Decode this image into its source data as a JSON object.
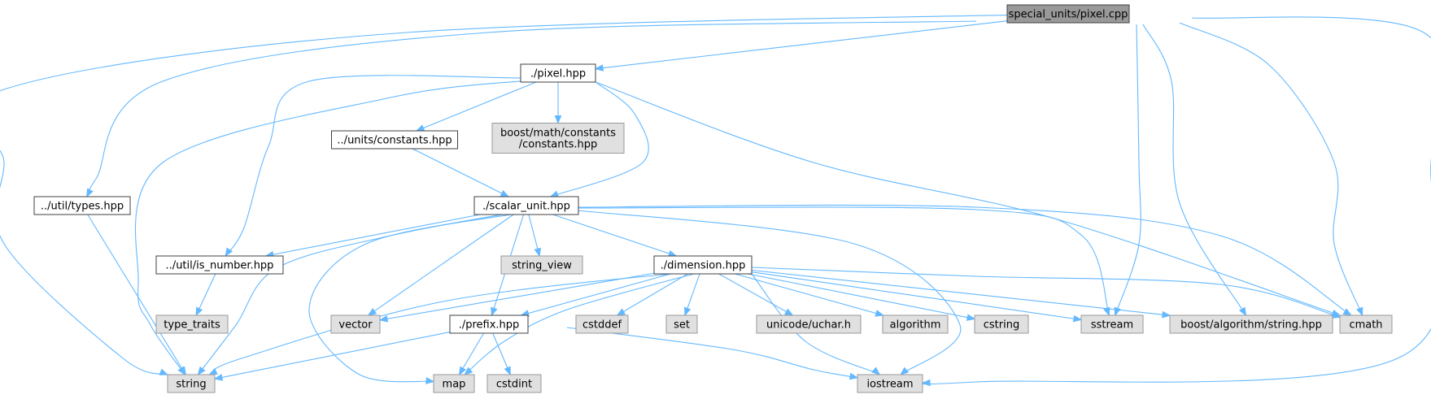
{
  "colors": {
    "edge": "#63b8ff",
    "root_fill": "#999999",
    "file_fill": "#ffffff",
    "external_fill": "#e0e0e0",
    "external_border": "#999999",
    "file_border": "#404040"
  },
  "nodes": {
    "root": {
      "lines": [
        "special_units/pixel.cpp"
      ],
      "kind": "root"
    },
    "pixel_hpp": {
      "lines": [
        "./pixel.hpp"
      ],
      "kind": "file"
    },
    "types_hpp": {
      "lines": [
        "../util/types.hpp"
      ],
      "kind": "file"
    },
    "constants_hpp": {
      "lines": [
        "../units/constants.hpp"
      ],
      "kind": "file"
    },
    "boost_constants": {
      "lines": [
        "boost/math/constants",
        "/constants.hpp"
      ],
      "kind": "external"
    },
    "scalar_unit_hpp": {
      "lines": [
        "./scalar_unit.hpp"
      ],
      "kind": "file"
    },
    "is_number_hpp": {
      "lines": [
        "../util/is_number.hpp"
      ],
      "kind": "file"
    },
    "string_view": {
      "lines": [
        "string_view"
      ],
      "kind": "external"
    },
    "dimension_hpp": {
      "lines": [
        "./dimension.hpp"
      ],
      "kind": "file"
    },
    "type_traits": {
      "lines": [
        "type_traits"
      ],
      "kind": "external"
    },
    "vector": {
      "lines": [
        "vector"
      ],
      "kind": "external"
    },
    "prefix_hpp": {
      "lines": [
        "./prefix.hpp"
      ],
      "kind": "file"
    },
    "cstddef": {
      "lines": [
        "cstddef"
      ],
      "kind": "external"
    },
    "set": {
      "lines": [
        "set"
      ],
      "kind": "external"
    },
    "uchar_h": {
      "lines": [
        "unicode/uchar.h"
      ],
      "kind": "external"
    },
    "algorithm": {
      "lines": [
        "algorithm"
      ],
      "kind": "external"
    },
    "cstring": {
      "lines": [
        "cstring"
      ],
      "kind": "external"
    },
    "sstream": {
      "lines": [
        "sstream"
      ],
      "kind": "external"
    },
    "boost_string": {
      "lines": [
        "boost/algorithm/string.hpp"
      ],
      "kind": "external"
    },
    "cmath": {
      "lines": [
        "cmath"
      ],
      "kind": "external"
    },
    "string": {
      "lines": [
        "string"
      ],
      "kind": "external"
    },
    "map": {
      "lines": [
        "map"
      ],
      "kind": "external"
    },
    "cstdint": {
      "lines": [
        "cstdint"
      ],
      "kind": "external"
    },
    "iostream": {
      "lines": [
        "iostream"
      ],
      "kind": "external"
    }
  },
  "edges": [
    [
      "root",
      "pixel_hpp"
    ],
    [
      "root",
      "types_hpp"
    ],
    [
      "root",
      "string"
    ],
    [
      "root",
      "sstream"
    ],
    [
      "root",
      "boost_string"
    ],
    [
      "root",
      "cmath"
    ],
    [
      "root",
      "iostream"
    ],
    [
      "pixel_hpp",
      "constants_hpp"
    ],
    [
      "pixel_hpp",
      "boost_constants"
    ],
    [
      "pixel_hpp",
      "scalar_unit_hpp"
    ],
    [
      "pixel_hpp",
      "is_number_hpp"
    ],
    [
      "pixel_hpp",
      "string"
    ],
    [
      "pixel_hpp",
      "cmath"
    ],
    [
      "types_hpp",
      "string"
    ],
    [
      "constants_hpp",
      "scalar_unit_hpp"
    ],
    [
      "scalar_unit_hpp",
      "is_number_hpp"
    ],
    [
      "scalar_unit_hpp",
      "string_view"
    ],
    [
      "scalar_unit_hpp",
      "dimension_hpp"
    ],
    [
      "scalar_unit_hpp",
      "vector"
    ],
    [
      "scalar_unit_hpp",
      "prefix_hpp"
    ],
    [
      "scalar_unit_hpp",
      "string"
    ],
    [
      "scalar_unit_hpp",
      "map"
    ],
    [
      "scalar_unit_hpp",
      "iostream"
    ],
    [
      "scalar_unit_hpp",
      "sstream"
    ],
    [
      "scalar_unit_hpp",
      "cmath"
    ],
    [
      "is_number_hpp",
      "type_traits"
    ],
    [
      "dimension_hpp",
      "vector"
    ],
    [
      "dimension_hpp",
      "prefix_hpp"
    ],
    [
      "dimension_hpp",
      "cstddef"
    ],
    [
      "dimension_hpp",
      "set"
    ],
    [
      "dimension_hpp",
      "uchar_h"
    ],
    [
      "dimension_hpp",
      "algorithm"
    ],
    [
      "dimension_hpp",
      "cstring"
    ],
    [
      "dimension_hpp",
      "sstream"
    ],
    [
      "dimension_hpp",
      "boost_string"
    ],
    [
      "dimension_hpp",
      "cmath"
    ],
    [
      "dimension_hpp",
      "string"
    ],
    [
      "dimension_hpp",
      "map"
    ],
    [
      "dimension_hpp",
      "iostream"
    ],
    [
      "prefix_hpp",
      "string"
    ],
    [
      "prefix_hpp",
      "map"
    ],
    [
      "prefix_hpp",
      "cstdint"
    ],
    [
      "prefix_hpp",
      "iostream"
    ]
  ]
}
